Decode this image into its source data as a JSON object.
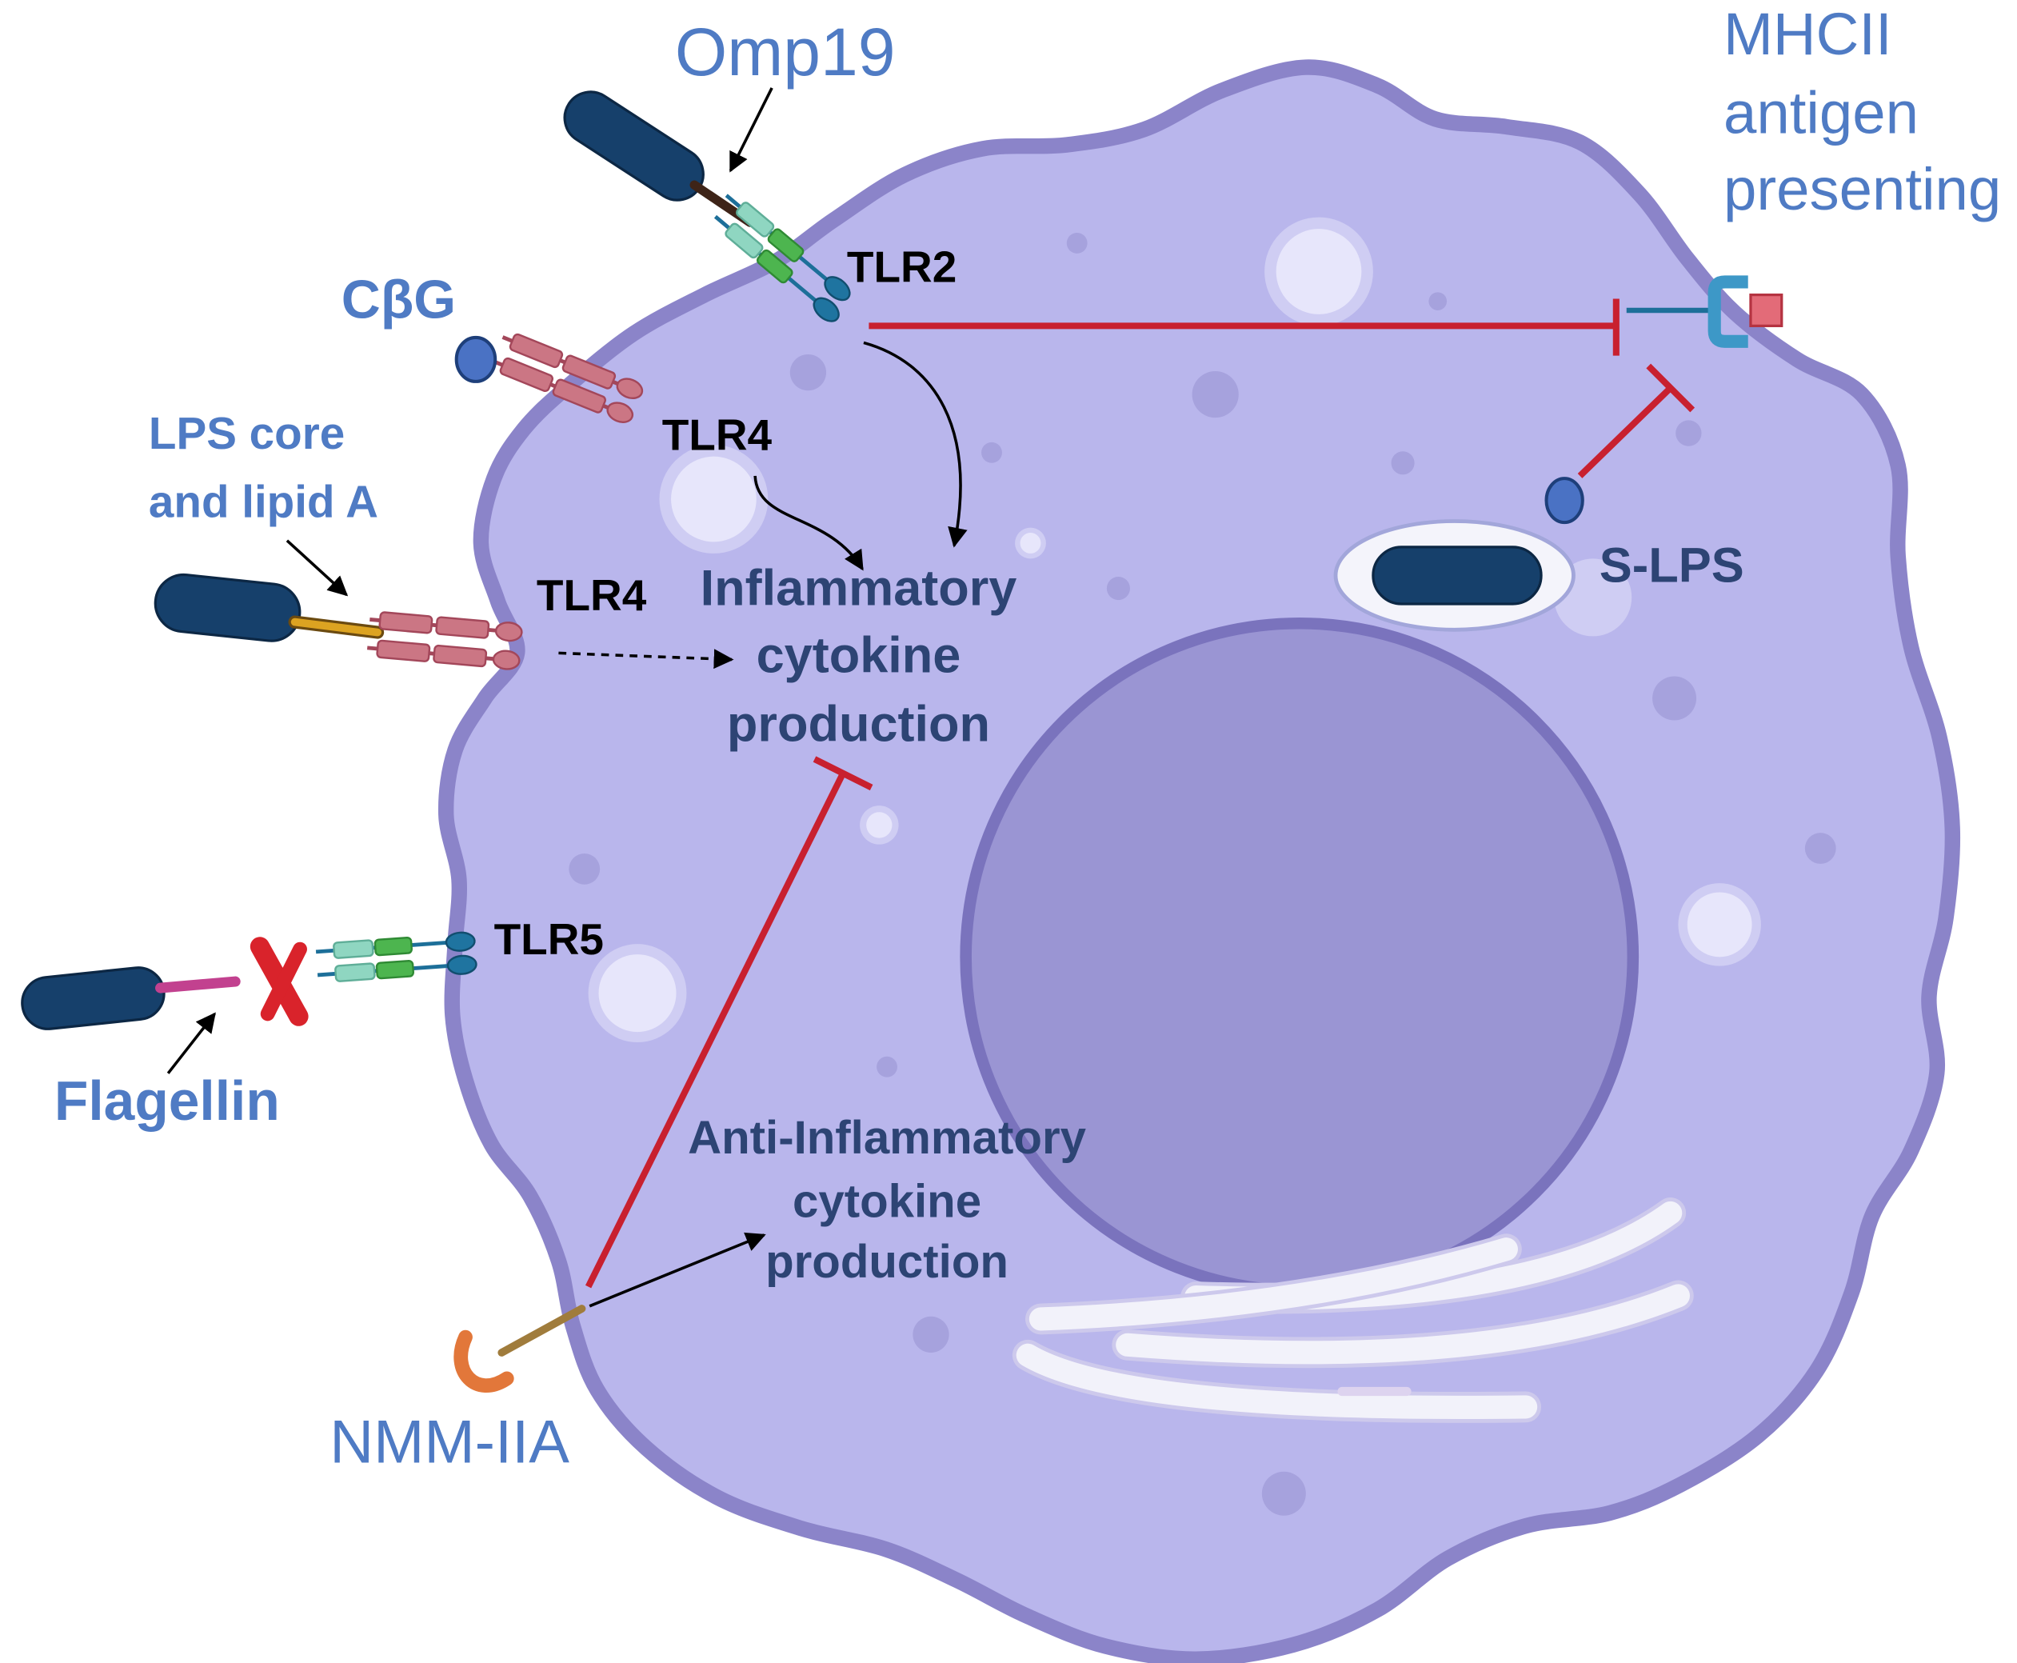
{
  "labels": {
    "omp19": "Omp19",
    "mhcii": [
      "MHCII",
      "antigen",
      "presenting"
    ],
    "tlr2": "TLR2",
    "cbg": "CβG",
    "tlr4_cbg": "TLR4",
    "lps": [
      "LPS core",
      "and lipid A"
    ],
    "tlr4_lps": "TLR4",
    "inflammatory": [
      "Inflammatory",
      "cytokine",
      "production"
    ],
    "s_lps": "S-LPS",
    "tlr5": "TLR5",
    "flagellin": "Flagellin",
    "anti_inflammatory": [
      "Anti-Inflammatory",
      "cytokine",
      "production"
    ],
    "nmm_iia": "NMM-IIA"
  },
  "colors": {
    "cell_fill": "#b9b6ec",
    "nucleus_fill": "#9a95d3",
    "bacterium": "#16406b",
    "inhibition": "#c8202f",
    "blocked": "#d9232b",
    "ligand_label": "#4f7bc4",
    "process_label": "#2d4474",
    "receptor_label": "#000000"
  }
}
